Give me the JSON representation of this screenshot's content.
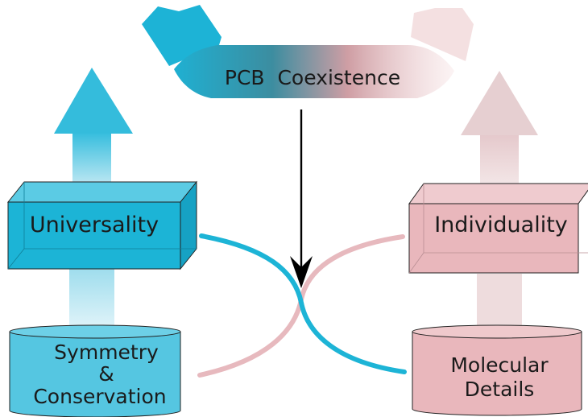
{
  "banner": {
    "label": "PCB  Coexistence"
  },
  "left": {
    "box_label": "Universality",
    "cylinder_lines": [
      "Symmetry",
      "&",
      "Conservation"
    ]
  },
  "right": {
    "box_label": "Individuality",
    "cylinder_lines": [
      "Molecular",
      "Details"
    ]
  },
  "colors": {
    "cyan": "#1cb4d6",
    "cyan_light": "#4fc5e0",
    "pink": "#e9b7bc",
    "pink_light": "#efd2d4",
    "banner_teal": "#2a8aa0",
    "banner_pink": "#e7c3c6",
    "arrow": "#000000"
  }
}
